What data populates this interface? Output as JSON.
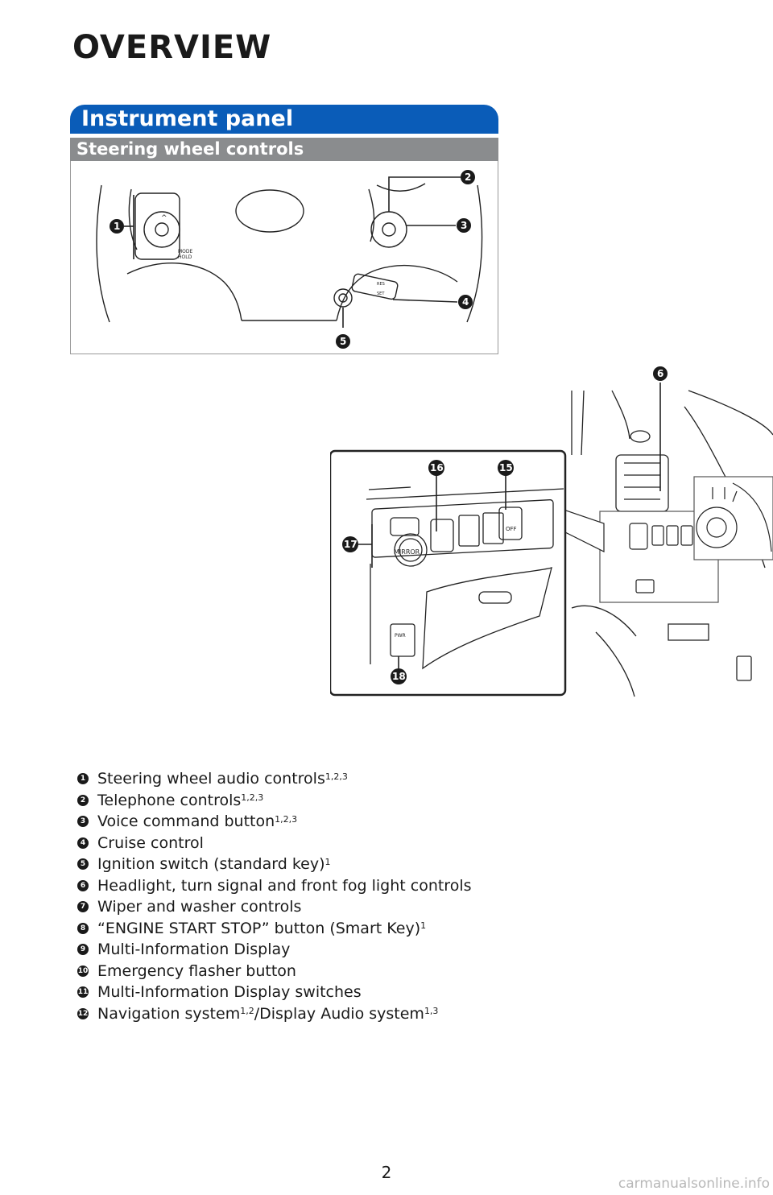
{
  "page_title": "OVERVIEW",
  "section": "Instrument panel",
  "subsection": "Steering wheel controls",
  "panel_callouts": [
    "1",
    "2",
    "3",
    "4",
    "5"
  ],
  "dash_callouts": [
    "6",
    "15",
    "16",
    "17",
    "18"
  ],
  "dash_labels": {
    "mirror": "MIRROR",
    "off": "OFF",
    "pwr": "PWR"
  },
  "wheel_labels": {
    "mode": "MODE",
    "hold": "HOLD",
    "res": "RES",
    "set": "SET"
  },
  "legend": [
    {
      "num": "1",
      "text": "Steering wheel audio controls",
      "sup": "1,2,3",
      "after": ""
    },
    {
      "num": "2",
      "text": "Telephone controls",
      "sup": "1,2,3",
      "after": ""
    },
    {
      "num": "3",
      "text": "Voice command button",
      "sup": "1,2,3",
      "after": ""
    },
    {
      "num": "4",
      "text": "Cruise control",
      "sup": "",
      "after": ""
    },
    {
      "num": "5",
      "text": "Ignition switch (standard key)",
      "sup": "1",
      "after": ""
    },
    {
      "num": "6",
      "text": "Headlight, turn signal and front fog light controls",
      "sup": "",
      "after": ""
    },
    {
      "num": "7",
      "text": "Wiper and washer controls",
      "sup": "",
      "after": ""
    },
    {
      "num": "8",
      "text": "“ENGINE START STOP” button (Smart Key)",
      "sup": "1",
      "after": ""
    },
    {
      "num": "9",
      "text": "Multi-Information Display",
      "sup": "",
      "after": ""
    },
    {
      "num": "10",
      "text": "Emergency flasher button",
      "sup": "",
      "after": ""
    },
    {
      "num": "11",
      "text": "Multi-Information Display switches",
      "sup": "",
      "after": ""
    },
    {
      "num": "12",
      "text": "Navigation system",
      "sup": "1,2",
      "after": "/Display Audio system",
      "sup2": "1,3"
    }
  ],
  "page_number": "2",
  "watermark": "carmanualsonline.info"
}
